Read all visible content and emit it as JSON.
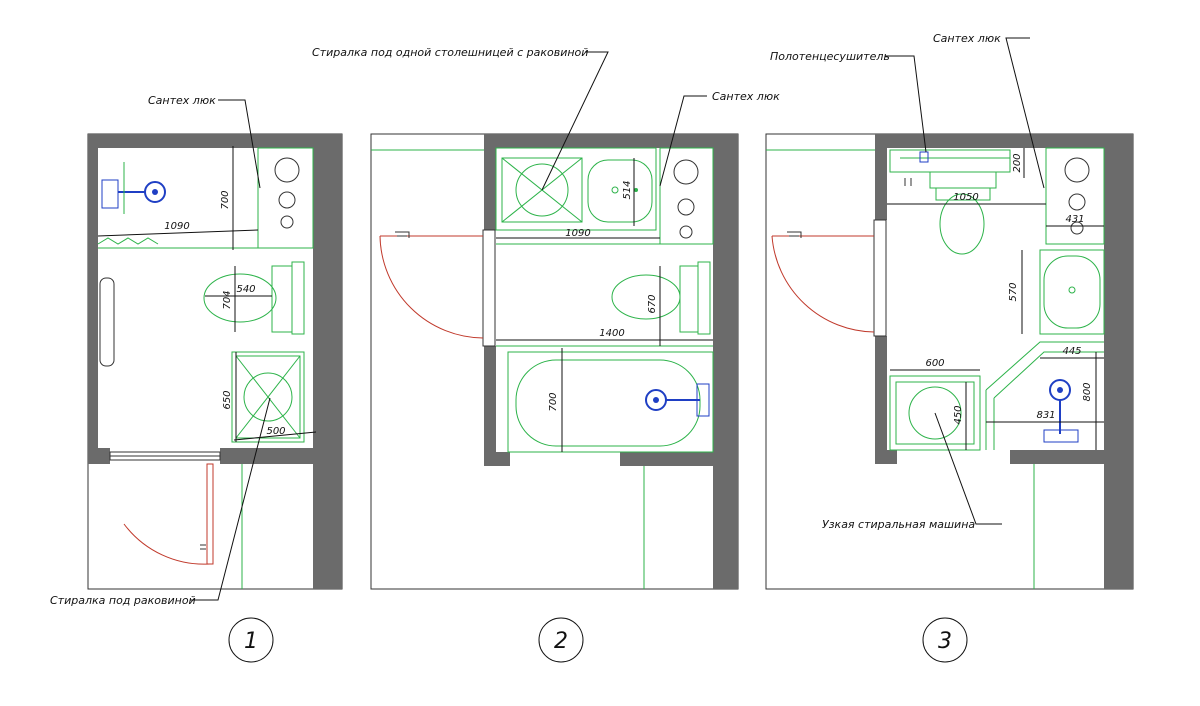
{
  "plans": [
    {
      "number": "1",
      "labels": {
        "access_hatch": "Сантех люк",
        "washer": "Стиралка под раковиной"
      },
      "dims": {
        "hatch_depth": "700",
        "wall_length": "1090",
        "toilet_width": "540",
        "toilet_depth": "704",
        "washer_depth": "650",
        "washer_width": "500"
      }
    },
    {
      "number": "2",
      "labels": {
        "washer": "Стиралка под одной столешницей с раковиной",
        "access_hatch": "Сантех люк"
      },
      "dims": {
        "sink_depth": "514",
        "wall_length": "1090",
        "toilet_depth": "670",
        "bath_length": "1400",
        "bath_width": "700"
      }
    },
    {
      "number": "3",
      "labels": {
        "towel_dryer": "Полотенцесушитель",
        "access_hatch": "Сантех люк",
        "washer": "Узкая стиральная машина"
      },
      "dims": {
        "dryer_depth": "200",
        "toilet_zone": "1050",
        "hatch_width": "431",
        "sink_zone": "570",
        "sink_width": "445",
        "washer_width": "600",
        "washer_depth": "450",
        "shower_height": "800",
        "shower_width": "831"
      }
    }
  ],
  "colors": {
    "wall": "#6b6b6b",
    "fixture": "#2db34a",
    "dimension": "#111111",
    "door": "#c0392b",
    "plumbing": "#1f3fc4"
  }
}
